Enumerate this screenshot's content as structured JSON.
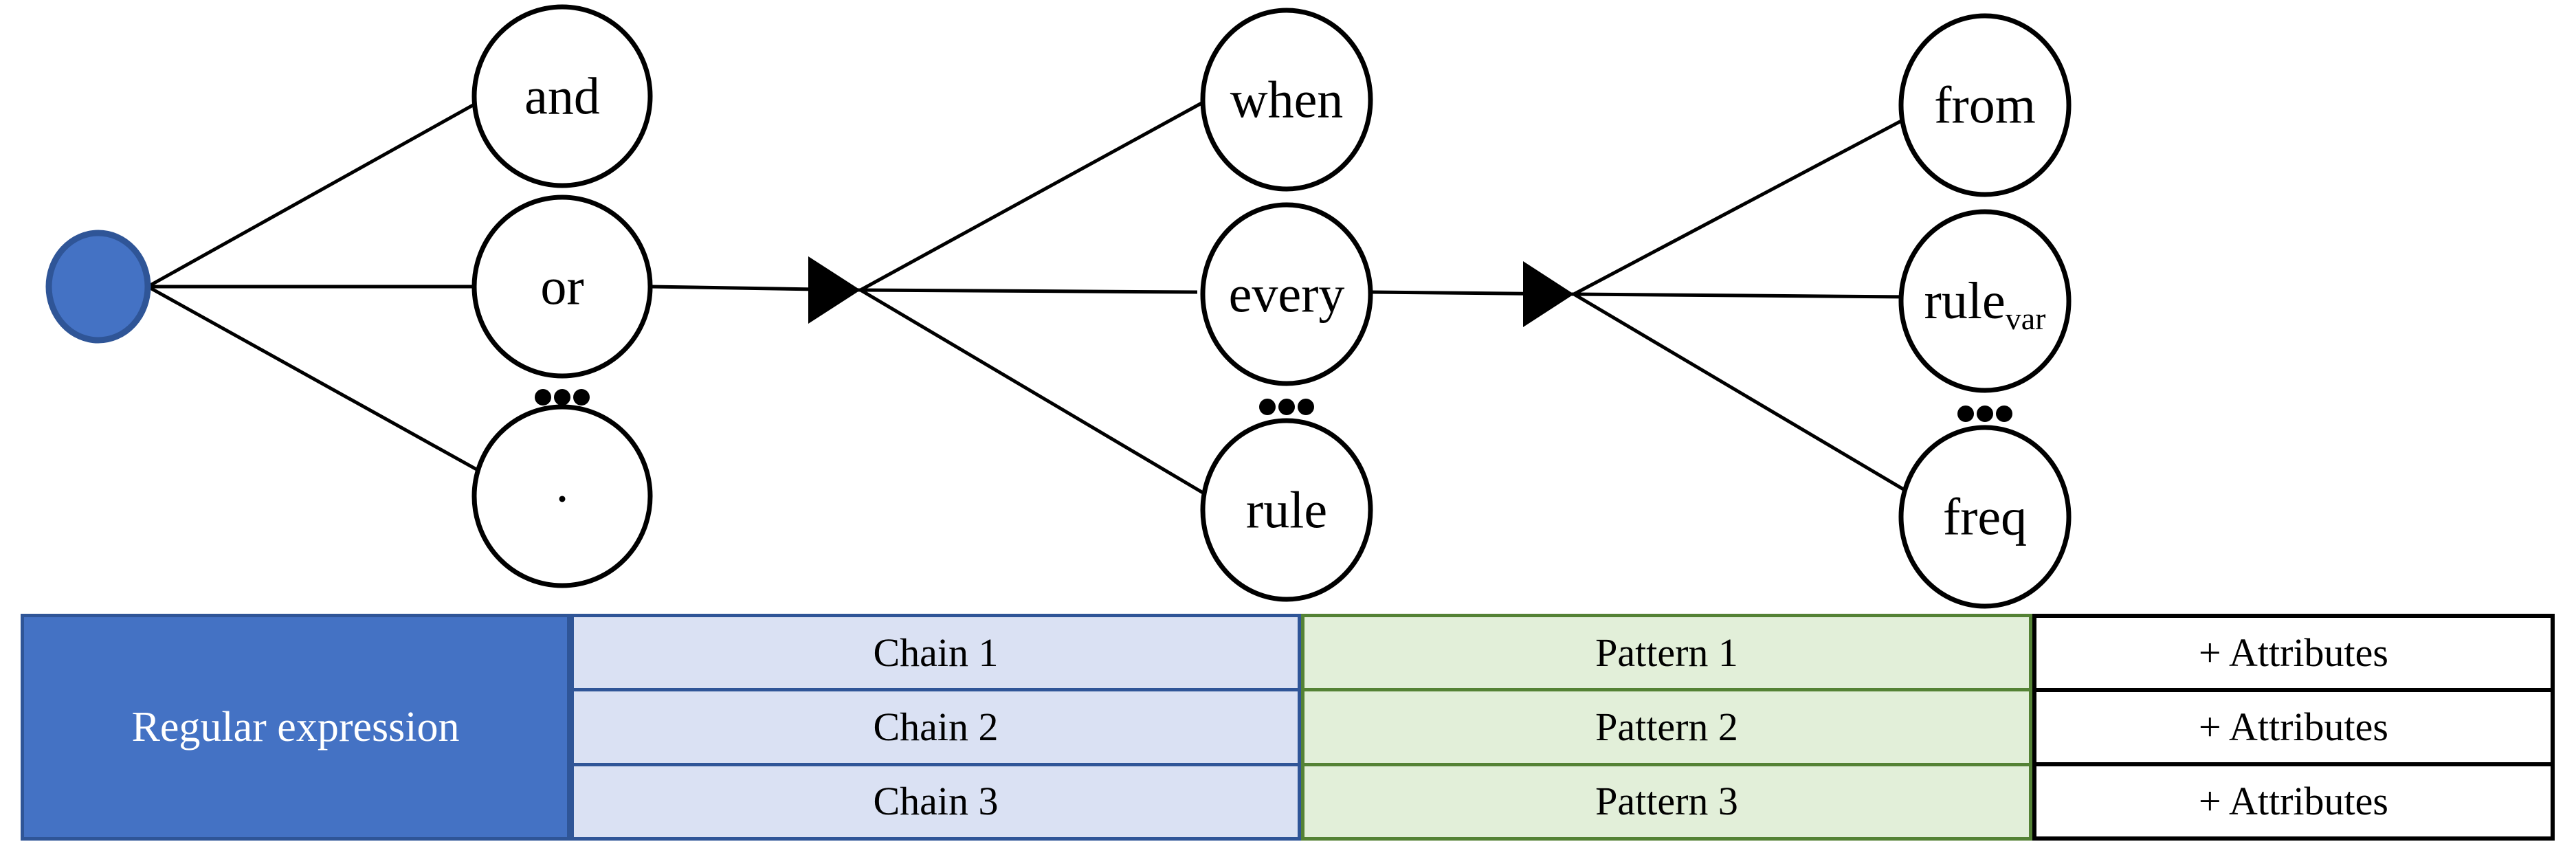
{
  "diagram": {
    "start_node": {
      "label": "",
      "icon": "filled-circle",
      "fill": "#4472C4",
      "stroke": "#2F5597"
    },
    "ellipsis_glyph": "...",
    "columns": [
      {
        "name": "chain-tokens",
        "nodes": [
          {
            "label": "and",
            "sub": ""
          },
          {
            "label": "or",
            "sub": ""
          },
          {
            "label": ".",
            "sub": ""
          }
        ],
        "ellipsis": "..."
      },
      {
        "name": "pattern-tokens",
        "nodes": [
          {
            "label": "when",
            "sub": ""
          },
          {
            "label": "every",
            "sub": ""
          },
          {
            "label": "rule",
            "sub": ""
          }
        ],
        "ellipsis": "..."
      },
      {
        "name": "attribute-tokens",
        "nodes": [
          {
            "label": "from",
            "sub": ""
          },
          {
            "label": "rule",
            "sub": "var"
          },
          {
            "label": "freq",
            "sub": ""
          }
        ],
        "ellipsis": "..."
      }
    ]
  },
  "table": {
    "regex_label": "Regular expression",
    "columns": {
      "chain": {
        "header": "",
        "rows": [
          "Chain 1",
          "Chain 2",
          "Chain 3"
        ]
      },
      "pattern": {
        "header": "",
        "rows": [
          "Pattern 1",
          "Pattern 2",
          "Pattern 3"
        ]
      },
      "attributes": {
        "header": "",
        "rows": [
          "+ Attributes",
          "+ Attributes",
          "+ Attributes"
        ]
      }
    }
  },
  "colors": {
    "brand_blue": "#4472C4",
    "brand_blue_dark": "#2F5597",
    "chain_fill": "#DAE1F3",
    "pattern_fill": "#E2EFD9",
    "pattern_border": "#548235",
    "attr_border": "#000000"
  }
}
